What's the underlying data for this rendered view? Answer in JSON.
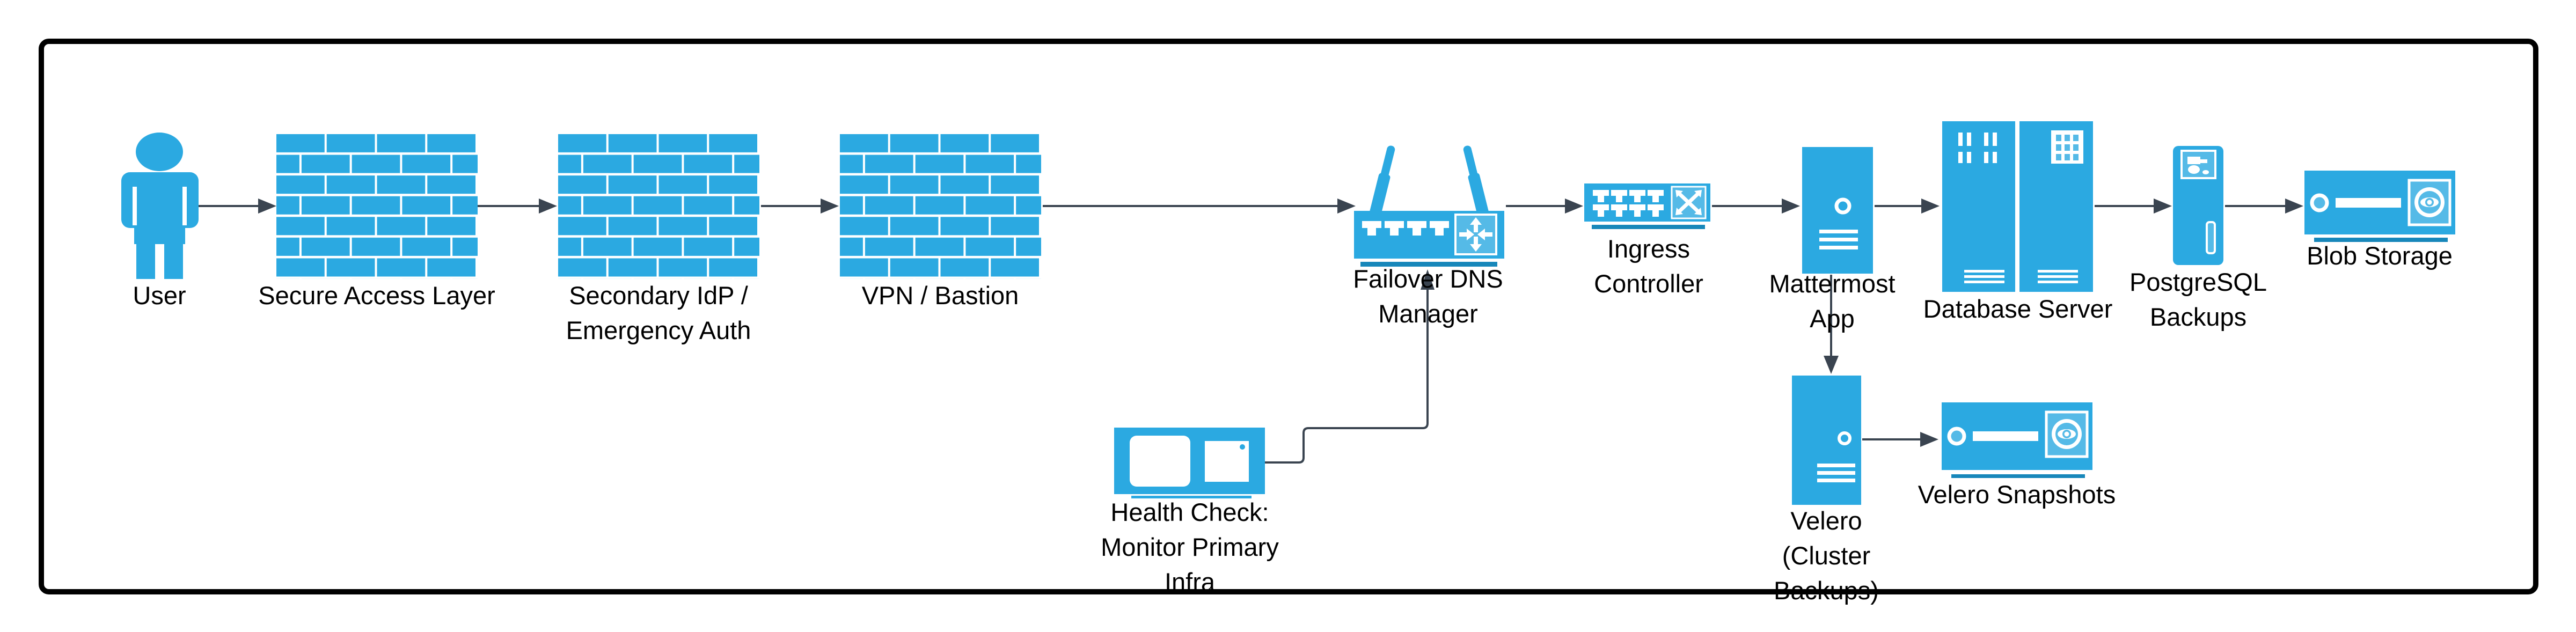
{
  "diagram": {
    "kind": "network-architecture-flow",
    "colors": {
      "icon_blue": "#2BA9E1",
      "icon_blue_light": "#55BAE7",
      "underline_blue": "#1787BA",
      "arrow_gray": "#3A4450",
      "border_black": "#000000"
    },
    "nodes": [
      {
        "id": "user",
        "icon": "person-icon",
        "lines": [
          "User"
        ]
      },
      {
        "id": "secure-access",
        "icon": "firewall-icon",
        "lines": [
          "Secure Access Layer"
        ]
      },
      {
        "id": "secondary-idp",
        "icon": "firewall-icon",
        "lines": [
          "Secondary IdP /",
          "Emergency Auth"
        ]
      },
      {
        "id": "vpn-bastion",
        "icon": "firewall-icon",
        "lines": [
          "VPN / Bastion"
        ]
      },
      {
        "id": "failover-dns",
        "icon": "wireless-router-icon",
        "lines": [
          "Failover DNS",
          "Manager"
        ]
      },
      {
        "id": "ingress",
        "icon": "switch-icon",
        "lines": [
          "Ingress",
          "Controller"
        ]
      },
      {
        "id": "mattermost",
        "icon": "tower-server-icon",
        "lines": [
          "Mattermost",
          "App"
        ]
      },
      {
        "id": "database",
        "icon": "rack-server-icon",
        "lines": [
          "Database Server"
        ]
      },
      {
        "id": "postgres-backups",
        "icon": "server-icon",
        "lines": [
          "PostgreSQL",
          "Backups"
        ]
      },
      {
        "id": "blob-storage",
        "icon": "storage-array-icon",
        "lines": [
          "Blob Storage"
        ]
      },
      {
        "id": "health-check",
        "icon": "workstation-icon",
        "lines": [
          "Health Check:",
          "Monitor Primary",
          "Infra"
        ]
      },
      {
        "id": "velero",
        "icon": "tower-server-icon",
        "lines": [
          "Velero",
          "(Cluster",
          "Backups)"
        ]
      },
      {
        "id": "velero-snapshots",
        "icon": "storage-array-icon",
        "lines": [
          "Velero Snapshots"
        ]
      }
    ],
    "edges": [
      {
        "from": "user",
        "to": "secure-access"
      },
      {
        "from": "secure-access",
        "to": "secondary-idp"
      },
      {
        "from": "secondary-idp",
        "to": "vpn-bastion"
      },
      {
        "from": "vpn-bastion",
        "to": "failover-dns"
      },
      {
        "from": "failover-dns",
        "to": "ingress"
      },
      {
        "from": "ingress",
        "to": "mattermost"
      },
      {
        "from": "mattermost",
        "to": "database"
      },
      {
        "from": "database",
        "to": "postgres-backups"
      },
      {
        "from": "postgres-backups",
        "to": "blob-storage"
      },
      {
        "from": "mattermost",
        "to": "velero"
      },
      {
        "from": "velero",
        "to": "velero-snapshots"
      },
      {
        "from": "health-check",
        "to": "failover-dns"
      }
    ]
  }
}
